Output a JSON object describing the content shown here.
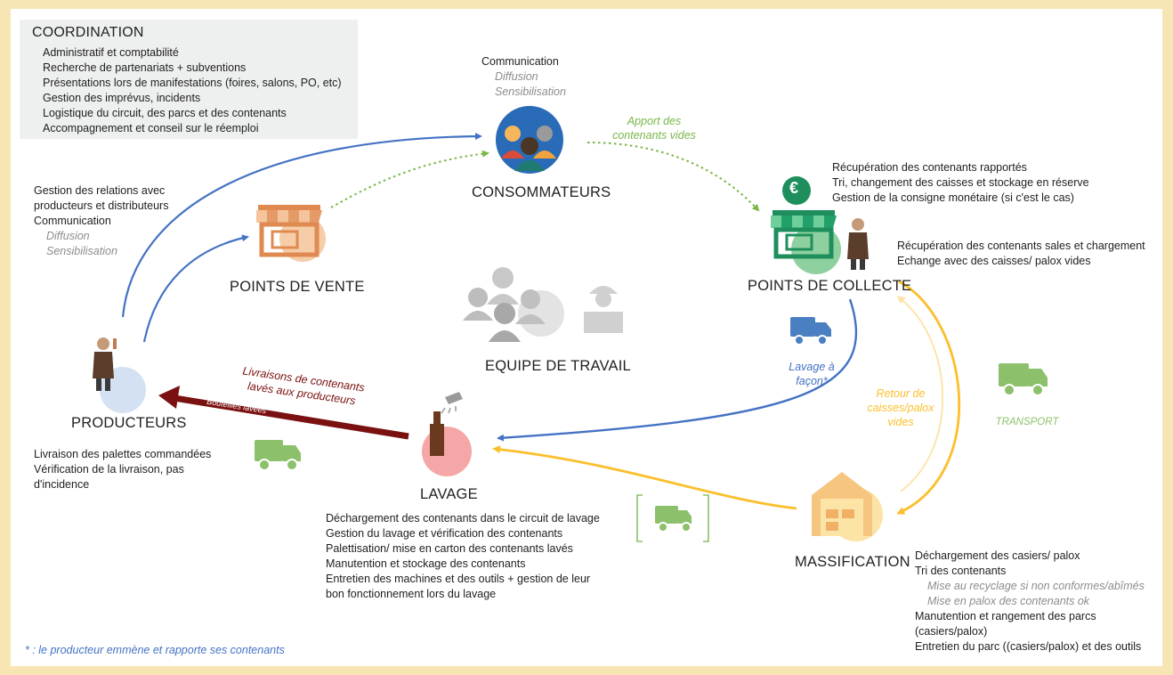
{
  "coordination": {
    "title": "COORDINATION",
    "items": [
      "Administratif et comptabilité",
      "Recherche de partenariats + subventions",
      "Présentations lors de manifestations (foires, salons, PO, etc)",
      "Gestion des imprévus, incidents",
      "Logistique du circuit, des parcs et des contenants",
      "Accompagnement et conseil sur le réemploi"
    ]
  },
  "consommateurs": {
    "title": "CONSOMMATEURS",
    "lines": [
      "Communication"
    ],
    "sub": [
      "Diffusion",
      "Sensibilisation"
    ]
  },
  "points_de_vente": {
    "title": "POINTS DE VENTE",
    "lines": [
      "Gestion des relations avec",
      "producteurs et distributeurs",
      "Communication"
    ],
    "sub": [
      "Diffusion",
      "Sensibilisation"
    ]
  },
  "points_de_collecte": {
    "title": "POINTS DE COLLECTE",
    "lines": [
      "Récupération des contenants rapportés",
      "Tri, changement des caisses et stockage en réserve",
      "Gestion de la consigne monétaire (si c'est le cas)"
    ],
    "lines2": [
      "Récupération des contenants sales et chargement",
      "Echange avec des caisses/ palox vides"
    ],
    "euro": "€"
  },
  "producteurs": {
    "title": "PRODUCTEURS",
    "lines": [
      "Livraison des palettes commandées",
      "Vérification de la livraison, pas",
      "d'incidence"
    ]
  },
  "equipe": {
    "title": "EQUIPE DE TRAVAIL"
  },
  "lavage": {
    "title": "LAVAGE",
    "lines": [
      "Déchargement des contenants dans le circuit de lavage",
      "Gestion du lavage et vérification des contenants",
      "Palettisation/ mise en carton des contenants lavés",
      "Manutention et stockage des contenants",
      "Entretien des machines et des outils + gestion de leur",
      "bon fonctionnement lors du lavage"
    ]
  },
  "massification": {
    "title": "MASSIFICATION",
    "lines_a": [
      "Déchargement des casiers/ palox",
      "Tri des contenants"
    ],
    "sub": [
      "Mise au recyclage si non conformes/abîmés",
      "Mise en palox des contenants ok"
    ],
    "lines_b": [
      "Manutention et rangement des parcs",
      "(casiers/palox)",
      "Entretien du parc ((casiers/palox) et des outils"
    ]
  },
  "arrows": {
    "apport": [
      "Apport des",
      "contenants vides"
    ],
    "livraisons": [
      "Livraisons de contenants",
      "lavés aux producteurs"
    ],
    "bouteilles": "Bouteilles lavées",
    "lavage_facon": [
      "Lavage à",
      "façon*"
    ],
    "retour": [
      "Retour de",
      "caisses/palox",
      "vides"
    ],
    "transport": "TRANSPORT"
  },
  "footnote": "* : le producteur emmène et rapporte ses contenants",
  "colors": {
    "border": "#f7e6b4",
    "green": "#7ab648",
    "blue": "#4472c4",
    "yellow": "#fbbf2c",
    "darkred": "#7a1010",
    "orange": "#e8955e",
    "grey_text": "#8c8c8c"
  },
  "icons": {
    "consommateurs": "people-group-icon",
    "points_de_vente": "shop-icon",
    "points_de_collecte": "shop-euro-icon",
    "lavage": "bottle-shower-icon",
    "massification": "warehouse-icon",
    "transport": "truck-icon",
    "equipe": "team-icon"
  }
}
